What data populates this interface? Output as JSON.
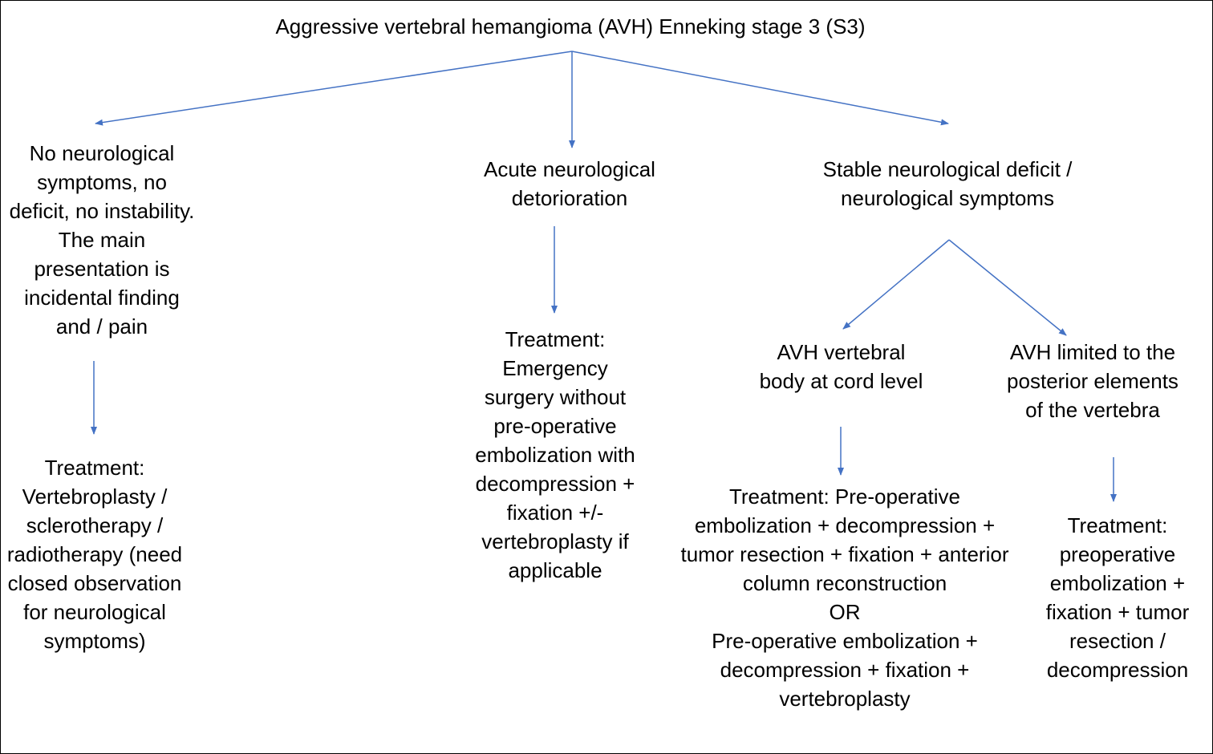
{
  "title": "Aggressive vertebral hemangioma (AVH) Enneking stage 3 (S3)",
  "branches": {
    "no_symptoms": "No neurological symptoms, no deficit, no instability. The main presentation is incidental finding and / pain",
    "acute": "Acute neurological detorioration",
    "stable": "Stable neurological deficit / neurological symptoms"
  },
  "sub_branches": {
    "vertebral_body": "AVH vertebral body at cord level",
    "posterior": "AVH limited to the posterior elements of the vertebra"
  },
  "treatments": {
    "no_symptoms": "Treatment: Vertebroplasty / sclerotherapy / radiotherapy (need closed observation for neurological symptoms)",
    "acute": "Treatment: Emergency surgery without pre-operative embolization with decompression + fixation +/- vertebroplasty if applicable",
    "vertebral_body": "Treatment: Pre-operative embolization + decompression + tumor resection + fixation + anterior column reconstruction\nOR\nPre-operative embolization + decompression + fixation + vertebroplasty",
    "posterior": "Treatment: preoperative embolization + fixation + tumor resection / decompression"
  },
  "colors": {
    "arrow": "#4472C4",
    "text": "#000000",
    "border": "#000000"
  }
}
